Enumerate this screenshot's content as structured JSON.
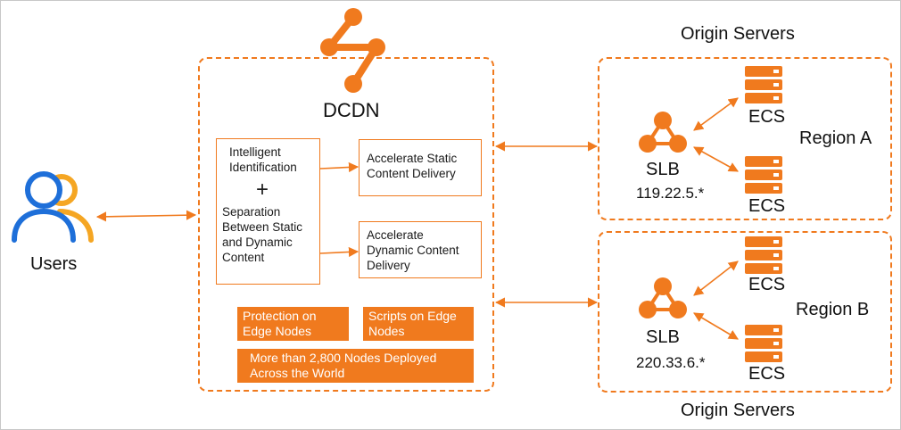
{
  "users": {
    "label": "Users"
  },
  "dcdn": {
    "label": "DCDN",
    "left_boxes": {
      "top": "Intelligent Identification",
      "plus": "+",
      "bottom": "Separation Between Static and Dynamic Content"
    },
    "right_boxes": {
      "static": "Accelerate Static Content Delivery",
      "dynamic": "Accelerate Dynamic Content Delivery"
    },
    "tags": {
      "protection": "Protection on Edge Nodes",
      "scripts": "Scripts on Edge Nodes",
      "nodes": "More than 2,800 Nodes Deployed Across the World"
    }
  },
  "origin": {
    "title_top": "Origin Servers",
    "title_bottom": "Origin Servers",
    "region_a": {
      "name": "Region A",
      "slb": "SLB",
      "ip": "119.22.5.*",
      "ecs1": "ECS",
      "ecs2": "ECS"
    },
    "region_b": {
      "name": "Region B",
      "slb": "SLB",
      "ip": "220.33.6.*",
      "ecs1": "ECS",
      "ecs2": "ECS"
    }
  },
  "colors": {
    "accent": "#f07a1e",
    "user_blue": "#1e6fd9",
    "user_orange": "#f5a623"
  }
}
